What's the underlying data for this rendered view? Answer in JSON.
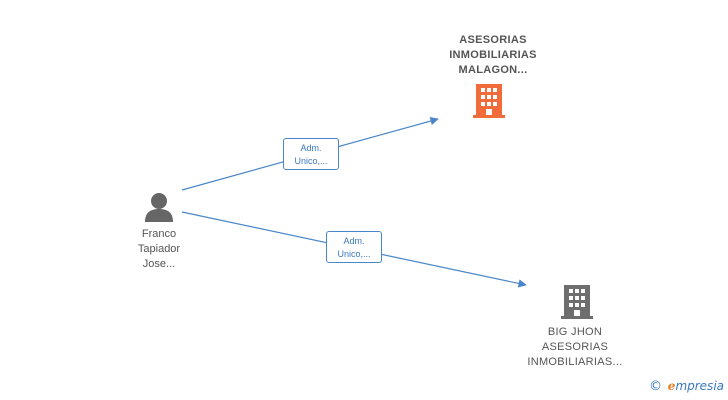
{
  "nodes": {
    "company_main": {
      "name": "ASESORIAS\nINMOBILIARIAS\nMALAGON...",
      "icon": "building-icon",
      "color": "#f26b3a"
    },
    "person": {
      "name": "Franco\nTapiador\nJose...",
      "icon": "person-icon",
      "color": "#666666"
    },
    "company_second": {
      "name": "BIG JHON\nASESORIAS\nINMOBILIARIAS...",
      "icon": "building-icon",
      "color": "#6e6e6e"
    }
  },
  "edges": [
    {
      "label": "Adm.\nUnico,..."
    },
    {
      "label": "Adm.\nUnico,..."
    }
  ],
  "colors": {
    "edge": "#4a86c8"
  },
  "brand": {
    "copyright_symbol": "©",
    "logo_letter": "e",
    "logo_rest": "mpresia"
  }
}
